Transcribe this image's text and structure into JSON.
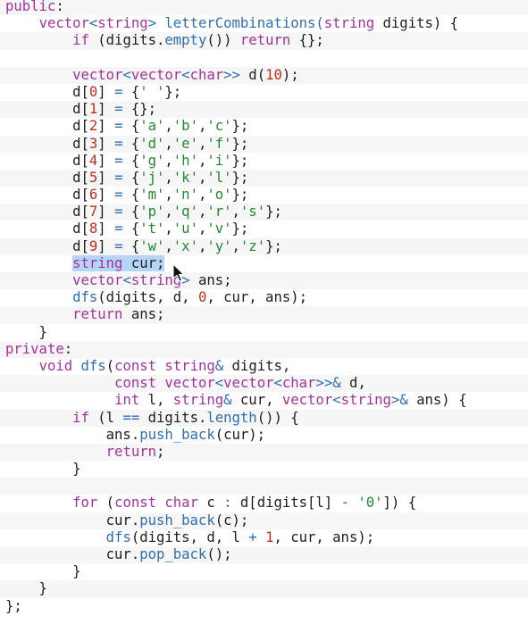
{
  "theme": {
    "background": "#ffffff",
    "alt_row": "#f6f6f6",
    "text": "#1d1d1d",
    "keyword": "#a3329f",
    "function": "#2e6eb0",
    "number": "#c62c1a",
    "string": "#1f8a2e",
    "selection": "#b5d5f8"
  },
  "code": {
    "lines": [
      [
        {
          "t": "public",
          "c": "kw"
        },
        {
          "t": ":"
        }
      ],
      [
        {
          "t": "    "
        },
        {
          "t": "vector",
          "c": "tp"
        },
        {
          "t": "<",
          "c": "op"
        },
        {
          "t": "string",
          "c": "tp"
        },
        {
          "t": ">",
          "c": "op"
        },
        {
          "t": " letterCombinations(",
          "c": "fn"
        },
        {
          "t": "string",
          "c": "tp"
        },
        {
          "t": " digits) {"
        }
      ],
      [
        {
          "t": "        "
        },
        {
          "t": "if",
          "c": "kw"
        },
        {
          "t": " (digits."
        },
        {
          "t": "empty",
          "c": "mem"
        },
        {
          "t": "()) "
        },
        {
          "t": "return",
          "c": "kw"
        },
        {
          "t": " {};"
        }
      ],
      [
        {
          "t": ""
        }
      ],
      [
        {
          "t": "        "
        },
        {
          "t": "vector",
          "c": "tp"
        },
        {
          "t": "<",
          "c": "op"
        },
        {
          "t": "vector",
          "c": "tp"
        },
        {
          "t": "<",
          "c": "op"
        },
        {
          "t": "char",
          "c": "tp"
        },
        {
          "t": ">>",
          "c": "op"
        },
        {
          "t": " d("
        },
        {
          "t": "10",
          "c": "num"
        },
        {
          "t": ");"
        }
      ],
      [
        {
          "t": "        d["
        },
        {
          "t": "0",
          "c": "num"
        },
        {
          "t": "] "
        },
        {
          "t": "=",
          "c": "op"
        },
        {
          "t": " {"
        },
        {
          "t": "' '",
          "c": "str"
        },
        {
          "t": "};"
        }
      ],
      [
        {
          "t": "        d["
        },
        {
          "t": "1",
          "c": "num"
        },
        {
          "t": "] "
        },
        {
          "t": "=",
          "c": "op"
        },
        {
          "t": " {};"
        }
      ],
      [
        {
          "t": "        d["
        },
        {
          "t": "2",
          "c": "num"
        },
        {
          "t": "] "
        },
        {
          "t": "=",
          "c": "op"
        },
        {
          "t": " {"
        },
        {
          "t": "'a'",
          "c": "str"
        },
        {
          "t": ","
        },
        {
          "t": "'b'",
          "c": "str"
        },
        {
          "t": ","
        },
        {
          "t": "'c'",
          "c": "str"
        },
        {
          "t": "};"
        }
      ],
      [
        {
          "t": "        d["
        },
        {
          "t": "3",
          "c": "num"
        },
        {
          "t": "] "
        },
        {
          "t": "=",
          "c": "op"
        },
        {
          "t": " {"
        },
        {
          "t": "'d'",
          "c": "str"
        },
        {
          "t": ","
        },
        {
          "t": "'e'",
          "c": "str"
        },
        {
          "t": ","
        },
        {
          "t": "'f'",
          "c": "str"
        },
        {
          "t": "};"
        }
      ],
      [
        {
          "t": "        d["
        },
        {
          "t": "4",
          "c": "num"
        },
        {
          "t": "] "
        },
        {
          "t": "=",
          "c": "op"
        },
        {
          "t": " {"
        },
        {
          "t": "'g'",
          "c": "str"
        },
        {
          "t": ","
        },
        {
          "t": "'h'",
          "c": "str"
        },
        {
          "t": ","
        },
        {
          "t": "'i'",
          "c": "str"
        },
        {
          "t": "};"
        }
      ],
      [
        {
          "t": "        d["
        },
        {
          "t": "5",
          "c": "num"
        },
        {
          "t": "] "
        },
        {
          "t": "=",
          "c": "op"
        },
        {
          "t": " {"
        },
        {
          "t": "'j'",
          "c": "str"
        },
        {
          "t": ","
        },
        {
          "t": "'k'",
          "c": "str"
        },
        {
          "t": ","
        },
        {
          "t": "'l'",
          "c": "str"
        },
        {
          "t": "};"
        }
      ],
      [
        {
          "t": "        d["
        },
        {
          "t": "6",
          "c": "num"
        },
        {
          "t": "] "
        },
        {
          "t": "=",
          "c": "op"
        },
        {
          "t": " {"
        },
        {
          "t": "'m'",
          "c": "str"
        },
        {
          "t": ","
        },
        {
          "t": "'n'",
          "c": "str"
        },
        {
          "t": ","
        },
        {
          "t": "'o'",
          "c": "str"
        },
        {
          "t": "};"
        }
      ],
      [
        {
          "t": "        d["
        },
        {
          "t": "7",
          "c": "num"
        },
        {
          "t": "] "
        },
        {
          "t": "=",
          "c": "op"
        },
        {
          "t": " {"
        },
        {
          "t": "'p'",
          "c": "str"
        },
        {
          "t": ","
        },
        {
          "t": "'q'",
          "c": "str"
        },
        {
          "t": ","
        },
        {
          "t": "'r'",
          "c": "str"
        },
        {
          "t": ","
        },
        {
          "t": "'s'",
          "c": "str"
        },
        {
          "t": "};"
        }
      ],
      [
        {
          "t": "        d["
        },
        {
          "t": "8",
          "c": "num"
        },
        {
          "t": "] "
        },
        {
          "t": "=",
          "c": "op"
        },
        {
          "t": " {"
        },
        {
          "t": "'t'",
          "c": "str"
        },
        {
          "t": ","
        },
        {
          "t": "'u'",
          "c": "str"
        },
        {
          "t": ","
        },
        {
          "t": "'v'",
          "c": "str"
        },
        {
          "t": "};"
        }
      ],
      [
        {
          "t": "        d["
        },
        {
          "t": "9",
          "c": "num"
        },
        {
          "t": "] "
        },
        {
          "t": "=",
          "c": "op"
        },
        {
          "t": " {"
        },
        {
          "t": "'w'",
          "c": "str"
        },
        {
          "t": ","
        },
        {
          "t": "'x'",
          "c": "str"
        },
        {
          "t": ","
        },
        {
          "t": "'y'",
          "c": "str"
        },
        {
          "t": ","
        },
        {
          "t": "'z'",
          "c": "str"
        },
        {
          "t": "};"
        }
      ],
      [
        {
          "t": "        "
        },
        {
          "t": "string",
          "c": "tp",
          "s": true
        },
        {
          "t": " cur;",
          "s": true
        }
      ],
      [
        {
          "t": "        "
        },
        {
          "t": "vector",
          "c": "tp"
        },
        {
          "t": "<",
          "c": "op"
        },
        {
          "t": "string",
          "c": "tp"
        },
        {
          "t": ">",
          "c": "op"
        },
        {
          "t": " ans;"
        }
      ],
      [
        {
          "t": "        "
        },
        {
          "t": "dfs",
          "c": "fn"
        },
        {
          "t": "(digits, d, "
        },
        {
          "t": "0",
          "c": "num"
        },
        {
          "t": ", cur, ans);"
        }
      ],
      [
        {
          "t": "        "
        },
        {
          "t": "return",
          "c": "kw"
        },
        {
          "t": " ans;"
        }
      ],
      [
        {
          "t": "    }"
        }
      ],
      [
        {
          "t": "private",
          "c": "kw"
        },
        {
          "t": ":"
        }
      ],
      [
        {
          "t": "    "
        },
        {
          "t": "void",
          "c": "kw"
        },
        {
          "t": " "
        },
        {
          "t": "dfs",
          "c": "fn"
        },
        {
          "t": "("
        },
        {
          "t": "const",
          "c": "kw"
        },
        {
          "t": " "
        },
        {
          "t": "string",
          "c": "tp"
        },
        {
          "t": "&",
          "c": "op"
        },
        {
          "t": " digits,"
        }
      ],
      [
        {
          "t": "             "
        },
        {
          "t": "const",
          "c": "kw"
        },
        {
          "t": " "
        },
        {
          "t": "vector",
          "c": "tp"
        },
        {
          "t": "<",
          "c": "op"
        },
        {
          "t": "vector",
          "c": "tp"
        },
        {
          "t": "<",
          "c": "op"
        },
        {
          "t": "char",
          "c": "tp"
        },
        {
          "t": ">>&",
          "c": "op"
        },
        {
          "t": " d,"
        }
      ],
      [
        {
          "t": "             "
        },
        {
          "t": "int",
          "c": "kw"
        },
        {
          "t": " l, "
        },
        {
          "t": "string",
          "c": "tp"
        },
        {
          "t": "&",
          "c": "op"
        },
        {
          "t": " cur, "
        },
        {
          "t": "vector",
          "c": "tp"
        },
        {
          "t": "<",
          "c": "op"
        },
        {
          "t": "string",
          "c": "tp"
        },
        {
          "t": ">&",
          "c": "op"
        },
        {
          "t": " ans) {"
        }
      ],
      [
        {
          "t": "        "
        },
        {
          "t": "if",
          "c": "kw"
        },
        {
          "t": " (l "
        },
        {
          "t": "==",
          "c": "op"
        },
        {
          "t": " digits."
        },
        {
          "t": "length",
          "c": "mem"
        },
        {
          "t": "()) {"
        }
      ],
      [
        {
          "t": "            ans."
        },
        {
          "t": "push_back",
          "c": "mem"
        },
        {
          "t": "(cur);"
        }
      ],
      [
        {
          "t": "            "
        },
        {
          "t": "return",
          "c": "kw"
        },
        {
          "t": ";"
        }
      ],
      [
        {
          "t": "        }"
        }
      ],
      [
        {
          "t": ""
        }
      ],
      [
        {
          "t": "        "
        },
        {
          "t": "for",
          "c": "kw"
        },
        {
          "t": " ("
        },
        {
          "t": "const",
          "c": "kw"
        },
        {
          "t": " "
        },
        {
          "t": "char",
          "c": "kw"
        },
        {
          "t": " c "
        },
        {
          "t": ":",
          "c": "op"
        },
        {
          "t": " d[digits[l] "
        },
        {
          "t": "-",
          "c": "op"
        },
        {
          "t": " "
        },
        {
          "t": "'0'",
          "c": "str"
        },
        {
          "t": "]) {"
        }
      ],
      [
        {
          "t": "            cur."
        },
        {
          "t": "push_back",
          "c": "mem"
        },
        {
          "t": "(c);"
        }
      ],
      [
        {
          "t": "            "
        },
        {
          "t": "dfs",
          "c": "fn"
        },
        {
          "t": "(digits, d, l "
        },
        {
          "t": "+",
          "c": "op"
        },
        {
          "t": " "
        },
        {
          "t": "1",
          "c": "num"
        },
        {
          "t": ", cur, ans);"
        }
      ],
      [
        {
          "t": "            cur."
        },
        {
          "t": "pop_back",
          "c": "mem"
        },
        {
          "t": "();"
        }
      ],
      [
        {
          "t": "        }"
        }
      ],
      [
        {
          "t": "    }"
        }
      ],
      [
        {
          "t": "};"
        }
      ]
    ]
  },
  "pointer": {
    "icon": "arrow-cursor-icon"
  }
}
